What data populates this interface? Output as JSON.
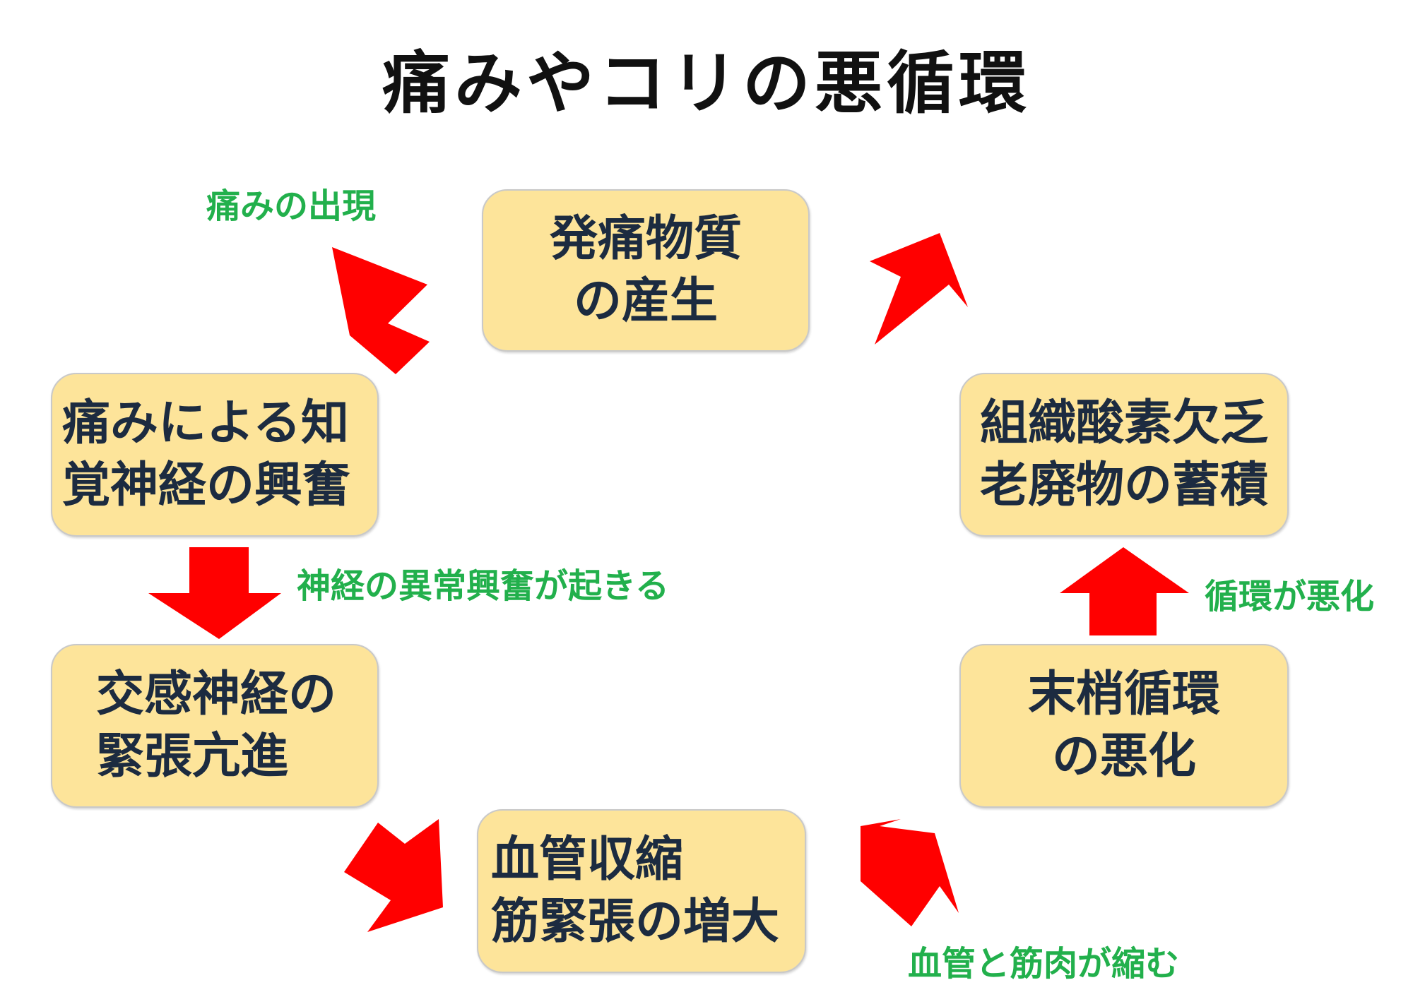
{
  "title": "痛みやコリの悪循環",
  "colors": {
    "box_fill": "#fde49a",
    "box_text": "#1c2b40",
    "arrow": "#ff0000",
    "note": "#22b04c"
  },
  "nodes": {
    "pain_substance": {
      "lines": [
        "発痛物質",
        "の産生"
      ]
    },
    "nerve_excitation": {
      "lines": [
        "痛みによる知",
        "覚神経の興奮"
      ]
    },
    "sympathetic": {
      "lines": [
        "交感神経の",
        "緊張亢進"
      ]
    },
    "vasoconstriction": {
      "lines": [
        "血管収縮",
        "筋緊張の増大"
      ]
    },
    "circulation": {
      "lines": [
        "末梢循環",
        "の悪化"
      ]
    },
    "oxygen": {
      "lines": [
        "組織酸素欠乏",
        "老廃物の蓄積"
      ]
    }
  },
  "notes": {
    "pain_appears": "痛みの出現",
    "abnormal_excitation": "神経の異常興奮が起きる",
    "circulation_worse": "循環が悪化",
    "vessels_muscles": "血管と筋肉が縮む"
  },
  "arrow_icon": "red-block-arrow"
}
